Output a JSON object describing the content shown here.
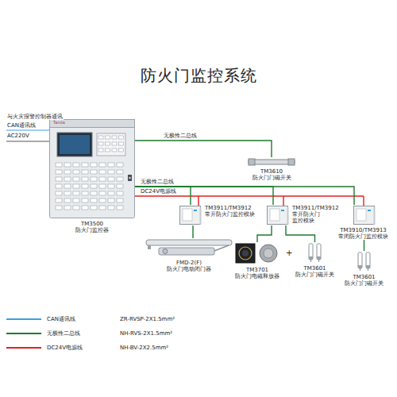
{
  "diagram": {
    "title": "防火门监控系统",
    "nodes": [
      {
        "text": [
          "TM3500",
          "防火门监控器"
        ]
      },
      {
        "text": [
          "TM3610",
          "防火门门磁开关"
        ]
      },
      {
        "text": [
          "TM3911/TM3912",
          "常开防火门监控模块"
        ]
      },
      {
        "text": [
          "FMD-2(F)",
          "防火门电动闭门器"
        ]
      },
      {
        "text": [
          "TM3911/TM3912",
          "常开防火门监控模块"
        ]
      },
      {
        "text": [
          "TM3701",
          "防火门电磁释放器"
        ]
      },
      {
        "text": [
          "TM3601",
          "防火门门磁开关"
        ]
      },
      {
        "text": [
          "TM3910/TM3913",
          "常闭防火门监控模块"
        ]
      },
      {
        "text": [
          "TM3601",
          "防火门门磁开关"
        ]
      }
    ],
    "edges": [
      {
        "from": 0,
        "to": 1,
        "label": "无极性二总线",
        "arrow": "none"
      },
      {
        "from": 0,
        "to": 2,
        "arrow": "none"
      },
      {
        "from": 0,
        "to": 4,
        "arrow": "none"
      },
      {
        "from": 0,
        "to": 7,
        "arrow": "none"
      },
      {
        "from": 2,
        "to": 3,
        "arrow": "none"
      },
      {
        "from": 4,
        "to": 5,
        "arrow": "none"
      },
      {
        "from": 4,
        "to": 6,
        "arrow": "none"
      },
      {
        "from": 7,
        "to": 8,
        "arrow": "none"
      }
    ],
    "labels": [
      "与火灾报警控制器通讯",
      "CAN通讯线",
      "AC220V",
      "无极性二总线",
      "DC24V电源线",
      "+",
      "ZR-RVSP-2X1.5mm²",
      "NH-RVS-2X1.5mm²",
      "NH-BV-2X2.5mm²",
      "Tanda"
    ],
    "legend": [
      {
        "text": "CAN通讯线"
      },
      {
        "text": "无极性二总线"
      },
      {
        "text": "DC24V电源线"
      }
    ]
  }
}
